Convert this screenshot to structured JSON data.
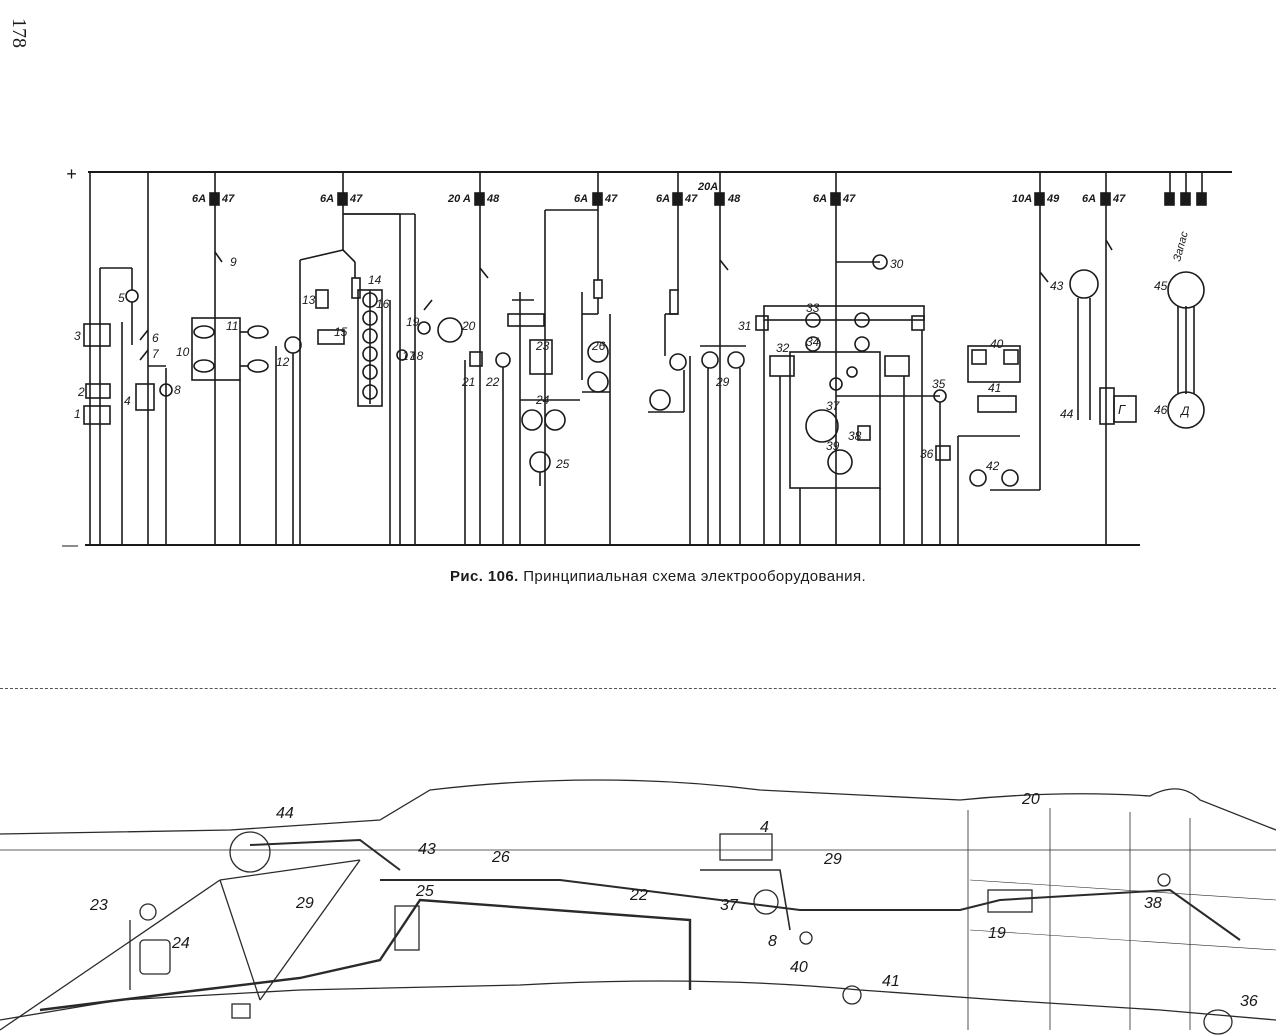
{
  "page": {
    "number": "178"
  },
  "caption": {
    "figure": "Рис. 106.",
    "title": "Принципиальная схема электрооборудования."
  },
  "schematic": {
    "rails": {
      "plus": "+",
      "minus": "—"
    },
    "fuses": [
      {
        "rating": "6A",
        "label": "47"
      },
      {
        "rating": "6A",
        "label": "47"
      },
      {
        "rating": "20 A",
        "label": "48"
      },
      {
        "rating": "6A",
        "label": "47"
      },
      {
        "rating": "6A",
        "label": "47"
      },
      {
        "rating": "20A",
        "label": "48"
      },
      {
        "rating": "6A",
        "label": "47"
      },
      {
        "rating": "10A",
        "label": "49"
      },
      {
        "rating": "6A",
        "label": "47"
      }
    ],
    "spare_label": "Запас",
    "component_labels": [
      "1",
      "2",
      "3",
      "4",
      "5",
      "6",
      "7",
      "8",
      "9",
      "10",
      "11",
      "12",
      "13",
      "14",
      "15",
      "16",
      "17",
      "18",
      "19",
      "20",
      "21",
      "22",
      "23",
      "24",
      "25",
      "26",
      "29",
      "30",
      "31",
      "32",
      "33",
      "34",
      "35",
      "36",
      "37",
      "38",
      "39",
      "40",
      "41",
      "42",
      "43",
      "44",
      "45",
      "46"
    ],
    "generator_letter": "Г",
    "motor_letter": "Д"
  },
  "layout_drawing": {
    "labels": [
      "44",
      "43",
      "26",
      "25",
      "23",
      "29",
      "24",
      "4",
      "29",
      "22",
      "37",
      "8",
      "40",
      "41",
      "19",
      "20",
      "38",
      "36"
    ]
  }
}
